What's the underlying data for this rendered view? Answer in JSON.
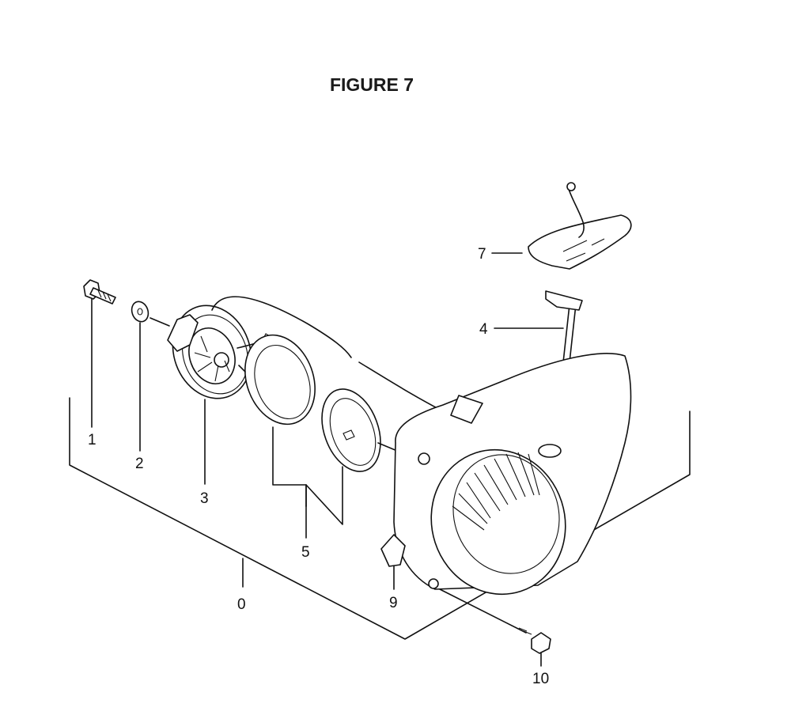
{
  "figure": {
    "title": "FIGURE 7"
  },
  "parts": [
    {
      "id": "0",
      "label": "0"
    },
    {
      "id": "1",
      "label": "1"
    },
    {
      "id": "2",
      "label": "2"
    },
    {
      "id": "3",
      "label": "3"
    },
    {
      "id": "4",
      "label": "4"
    },
    {
      "id": "5",
      "label": "5"
    },
    {
      "id": "7",
      "label": "7"
    },
    {
      "id": "9",
      "label": "9"
    },
    {
      "id": "10",
      "label": "10"
    }
  ]
}
